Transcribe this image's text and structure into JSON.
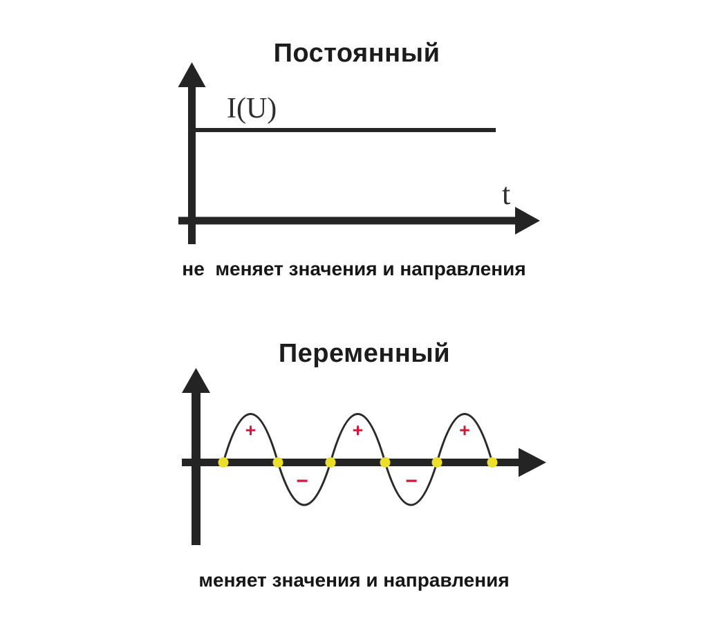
{
  "colors": {
    "background": "#ffffff",
    "axis": "#242424",
    "curve": "#2a2a2a",
    "sign_red": "#ce1b3d",
    "dot_yellow": "#ecdf2b",
    "title_text": "#1c1c1c"
  },
  "dc_panel": {
    "title": "Постоянный",
    "y_value_label": "I(U)",
    "x_axis_label": "t",
    "caption": "не  меняет значения и направления"
  },
  "ac_panel": {
    "title": "Переменный",
    "plus_sign": "+",
    "minus_sign": "−",
    "caption": "меняет значения и направления"
  },
  "chart_data": [
    {
      "type": "line",
      "title": "Постоянный",
      "xlabel": "t",
      "ylabel": "I(U)",
      "series": [
        {
          "name": "I(U)",
          "description": "constant positive horizontal line for all t, no axis scale shown"
        }
      ],
      "grid": false,
      "annotations": [
        "не  меняет значения и направления"
      ]
    },
    {
      "type": "line",
      "title": "Переменный",
      "xlabel": "",
      "ylabel": "",
      "series": [
        {
          "name": "alternating current sinusoid",
          "description": "sine wave of 2.5 periods starting upward at first zero crossing; 3 positive half-cycles marked +, 2 negative half-cycles marked −",
          "zero_crossings": 6,
          "positive_half_cycles": 3,
          "negative_half_cycles": 2
        }
      ],
      "grid": false,
      "annotations": [
        "+",
        "−",
        "меняет значения и направления"
      ]
    }
  ]
}
